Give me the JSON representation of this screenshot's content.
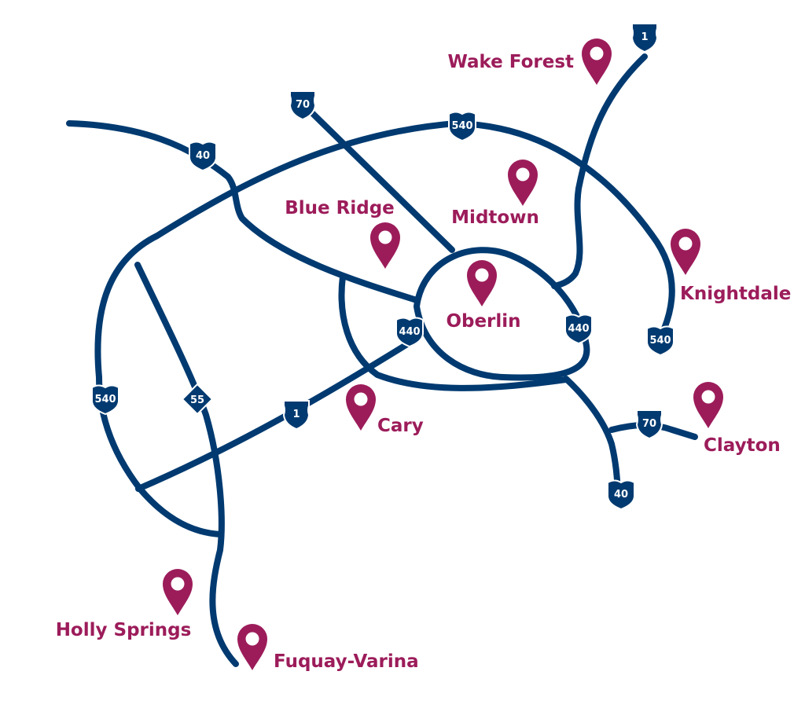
{
  "colors": {
    "road": "#003a70",
    "pin": "#9c1c5a",
    "label": "#9c1c5a",
    "shield_text": "#ffffff",
    "background": "#ffffff"
  },
  "locations": [
    {
      "id": "wake-forest",
      "name": "Wake Forest"
    },
    {
      "id": "midtown",
      "name": "Midtown"
    },
    {
      "id": "blue-ridge",
      "name": "Blue Ridge"
    },
    {
      "id": "oberlin",
      "name": "Oberlin"
    },
    {
      "id": "knightdale",
      "name": "Knightdale"
    },
    {
      "id": "cary",
      "name": "Cary"
    },
    {
      "id": "clayton",
      "name": "Clayton"
    },
    {
      "id": "holly-springs",
      "name": "Holly Springs"
    },
    {
      "id": "fuquay-varina",
      "name": "Fuquay-Varina"
    }
  ],
  "shields": [
    {
      "id": "us-1-north",
      "route": "1",
      "type": "us-route"
    },
    {
      "id": "us-70-northwest",
      "route": "70",
      "type": "us-route"
    },
    {
      "id": "i-540-north",
      "route": "540",
      "type": "interstate"
    },
    {
      "id": "i-40-west",
      "route": "40",
      "type": "interstate"
    },
    {
      "id": "i-440-west",
      "route": "440",
      "type": "interstate"
    },
    {
      "id": "i-440-east",
      "route": "440",
      "type": "interstate"
    },
    {
      "id": "i-540-east",
      "route": "540",
      "type": "interstate"
    },
    {
      "id": "i-540-west",
      "route": "540",
      "type": "interstate"
    },
    {
      "id": "nc-55",
      "route": "55",
      "type": "state-route"
    },
    {
      "id": "us-1-south",
      "route": "1",
      "type": "us-route"
    },
    {
      "id": "us-70-east",
      "route": "70",
      "type": "us-route"
    },
    {
      "id": "i-40-south",
      "route": "40",
      "type": "interstate"
    }
  ]
}
